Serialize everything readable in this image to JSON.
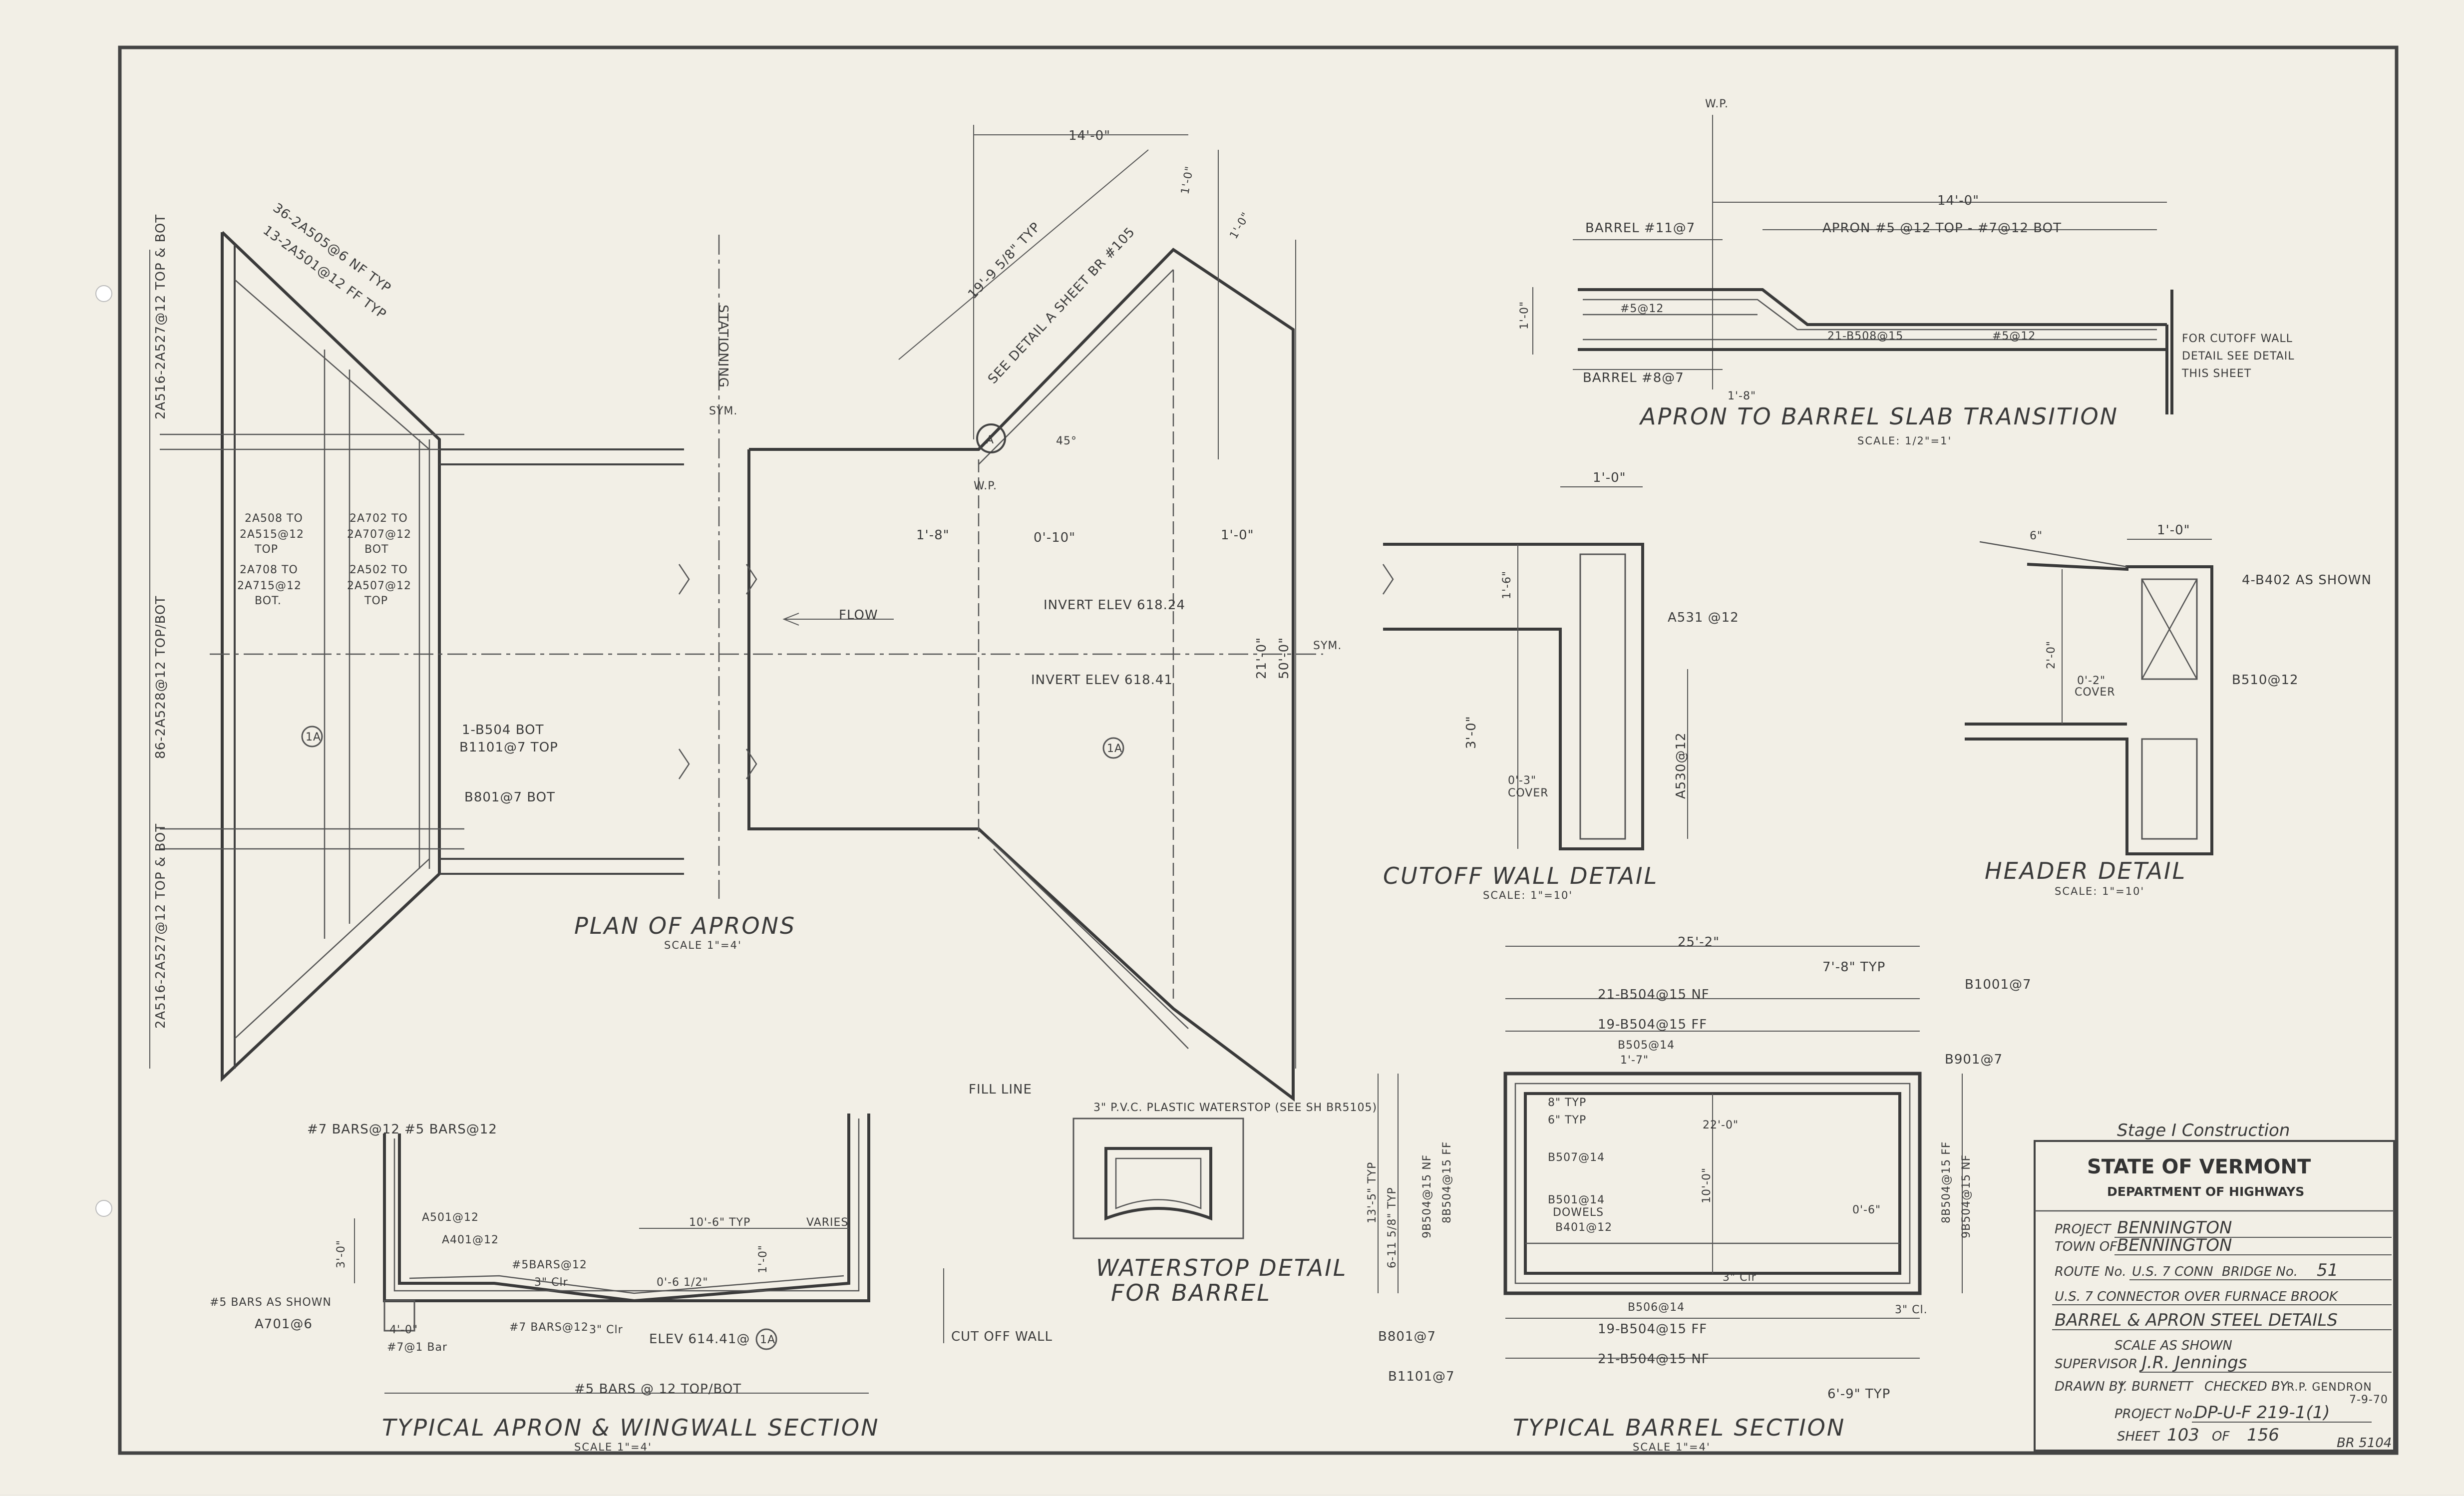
{
  "plan_of_aprons": {
    "title": "PLAN OF APRONS",
    "scale": "SCALE 1\"=4'",
    "labels": {
      "top_diag_1": "36-2A505@6 NF TYP",
      "top_diag_2": "13-2A501@12 FF TYP",
      "left_top": "2A516-2A527@12 TOP & BOT",
      "left_mid": "86-2A528@12 TOP/BOT",
      "left_bot": "2A516-2A527@12 TOP & BOT",
      "r1a": "2A508 TO",
      "r1b": "2A515@12",
      "r1c": "TOP",
      "r2a": "2A702 TO",
      "r2b": "2A707@12",
      "r2c": "BOT",
      "r3a": "2A708 TO",
      "r3b": "2A715@12",
      "r3c": "BOT.",
      "r4a": "2A502 TO",
      "r4b": "2A507@12",
      "r4c": "TOP",
      "bot1": "1-B504 BOT",
      "bot2": "B1101@7 TOP",
      "b801": "B801@7 BOT",
      "mark_1a_left": "1A",
      "mark_1a_right": "1A",
      "stationing": "STATIONING",
      "sym": "SYM.",
      "cl_sym": "SYM.",
      "flow": "FLOW",
      "invert1": "INVERT ELEV 618.24",
      "invert2": "INVERT ELEV 618.41",
      "dim_14": "14'-0\"",
      "dim_1_0a": "1'-0\"",
      "dim_1_0b": "1'-0\"",
      "dim_1_8": "1'-8\"",
      "dim_0_10": "0'-10\"",
      "dim_1_0c": "1'-0\"",
      "dim_21": "21'-0\"",
      "dim_50": "50'-0\"",
      "dim_19": "19'-9 5/8\" TYP",
      "see_detail": "SEE DETAIL A SHEET BR #105",
      "angle": "45°",
      "wp": "W.P.",
      "circle_a": "A"
    }
  },
  "apron_transition": {
    "title": "APRON TO BARREL SLAB TRANSITION",
    "scale": "SCALE: 1/2\"=1'",
    "labels": {
      "wp": "W.P.",
      "dim_14": "14'-0\"",
      "barrel_top": "BARREL #11@7",
      "apron_top": "APRON #5 @12 TOP - #7@12 BOT",
      "b5_12a": "#5@12",
      "b508": "21-B508@15",
      "b5_12b": "#5@12",
      "barrel_bot": "BARREL #8@7",
      "dim_1_8": "1'-8\"",
      "dim_1_0": "1'-0\"",
      "note1": "FOR CUTOFF WALL",
      "note2": "DETAIL SEE DETAIL",
      "note3": "THIS SHEET"
    }
  },
  "cutoff_wall": {
    "title": "CUTOFF WALL DETAIL",
    "scale": "SCALE: 1\"=10'",
    "labels": {
      "dim_1_0": "1'-0\"",
      "dim_1_6": "1'-6\"",
      "dim_3_0": "3'-0\"",
      "a531": "A531 @12",
      "a530": "A530@12",
      "cover1": "0'-3\"",
      "cover2": "COVER"
    }
  },
  "header_detail": {
    "title": "HEADER DETAIL",
    "scale": "SCALE: 1\"=10'",
    "labels": {
      "dim_1_0": "1'-0\"",
      "b402": "4-B402 AS SHOWN",
      "b510": "B510@12",
      "dim_2_0": "2'-0\"",
      "cover1": "0'-2\"",
      "cover2": "COVER",
      "dim_6": "6\""
    }
  },
  "apron_section": {
    "title": "TYPICAL APRON & WINGWALL SECTION",
    "scale": "SCALE 1\"=4'",
    "labels": {
      "b7": "#7 BARS@12",
      "b5": "#5 BARS@12",
      "a501": "A501@12",
      "a401": "A401@12",
      "dim_3_0": "3'-0\"",
      "b5_as_shown": "#5 BARS AS SHOWN",
      "a701": "A701@6",
      "b5_12": "#5BARS@12",
      "clr3a": "3\" Clr",
      "dim_10_6": "10'-6\" TYP",
      "varies": "VARIES",
      "dim_0_6": "0'-6 1/2\"",
      "dim_1_0": "1'-0\"",
      "fill_line": "FILL LINE",
      "b7_bot": "#7 BARS@12",
      "clr3b": "3\" Clr",
      "elev": "ELEV 614.41@",
      "mark_1a": "1A",
      "dim_4_0": "4'-0\"",
      "a701_6": "#7@1 Bar",
      "cut_off": "CUT OFF WALL",
      "b5_bot": "#5 BARS @ 12 TOP/BOT"
    }
  },
  "waterstop": {
    "title1": "WATERSTOP DETAIL",
    "title2": "FOR BARREL",
    "note": "3\" P.V.C. PLASTIC WATERSTOP (SEE SH BR5105)"
  },
  "barrel_section": {
    "title": "TYPICAL BARREL SECTION",
    "scale": "SCALE 1\"=4'",
    "labels": {
      "dim_25_2": "25'-2\"",
      "dim_7_8": "7'-8\" TYP",
      "b1001": "B1001@7",
      "b504nf": "21-B504@15 NF",
      "b504ff": "19-B504@15 FF",
      "b505": "B505@14",
      "dim_1_7": "1'-7\"",
      "b901": "B901@7",
      "typ8": "8\" TYP",
      "typ6": "6\" TYP",
      "dim_22": "22'-0\"",
      "b507": "B507@14",
      "b501": "B501@14",
      "dowels": "DOWELS",
      "b401": "B401@12",
      "dim_10_0": "10'-0\"",
      "dim_0_6": "0'-6\"",
      "clr3": "3\" Clr",
      "b506": "B506@14",
      "b504ff_bot": "19-B504@15 FF",
      "b504nf_bot": "21-B504@15 NF",
      "dim_6_9": "6'-9\" TYP",
      "b801": "B801@7",
      "b1101": "B1101@7",
      "left_v1": "13'-5\" TYP",
      "left_v2": "6-11 5/8\" TYP",
      "left_v3": "9B504@15 NF",
      "left_v4": "8B504@15 FF",
      "right_v1": "8B504@15 FF",
      "right_v2": "9B504@15 NF",
      "clr_small": "3\" Cl."
    }
  },
  "title_block": {
    "stage": "Stage I Construction",
    "state": "STATE OF VERMONT",
    "dept": "DEPARTMENT OF HIGHWAYS",
    "project_label": "PROJECT",
    "project_value": "BENNINGTON",
    "town_label": "TOWN OF",
    "town_value": "BENNINGTON",
    "route_label": "ROUTE",
    "route_no_label": "No.",
    "route_value": "U.S. 7 CONN",
    "bridge_label": "BRIDGE No.",
    "bridge_value": "51",
    "description": "U.S. 7 CONNECTOR OVER FURNACE BROOK",
    "drawing_title": "BARREL & APRON STEEL DETAILS",
    "scale": "SCALE AS SHOWN",
    "supervisor_label": "SUPERVISOR",
    "supervisor_value": "J.R. Jennings",
    "drawn_label": "DRAWN BY",
    "drawn_value": "J. BURNETT",
    "checked_label": "CHECKED BY",
    "checked_value": "R.P. GENDRON",
    "date": "7-9-70",
    "project_no_label": "PROJECT No.",
    "project_no_value": "DP-U-F 219-1(1)",
    "sheet_label": "SHEET",
    "sheet_value": "103",
    "of_label": "OF",
    "sheet_total": "156",
    "sheet_code": "BR 5104"
  },
  "colors": {
    "paper": "#f2efe6",
    "ink": "#3a3a3a"
  }
}
